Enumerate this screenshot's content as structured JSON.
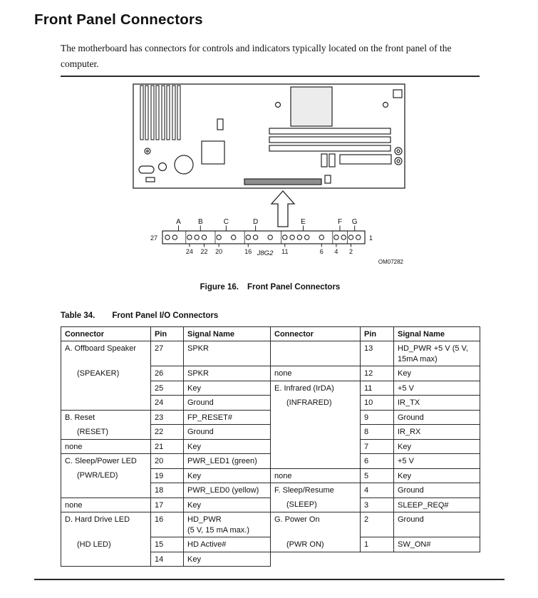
{
  "page": {
    "title": "Front Panel Connectors",
    "intro": "The motherboard has connectors for controls and indicators typically located on the front panel of the computer.",
    "figure_caption_label": "Figure 16.",
    "figure_caption_text": "Front Panel Connectors",
    "table_caption_label": "Table 34.",
    "table_caption_text": "Front Panel I/O Connectors"
  },
  "diagram": {
    "group_letters": [
      "A",
      "B",
      "C",
      "D",
      "E",
      "F",
      "G"
    ],
    "left_pin_label": "27",
    "right_pin_label": "1",
    "bottom_pin_numbers": [
      "24",
      "22",
      "20",
      "16",
      "11",
      "6",
      "4",
      "2"
    ],
    "connector_ref": "J8G2",
    "drawing_number": "OM07282",
    "key_pins": [
      25,
      21,
      19,
      17,
      14,
      12,
      7,
      5
    ]
  },
  "table": {
    "headers": [
      "Connector",
      "Pin",
      "Signal Name",
      "Connector",
      "Pin",
      "Signal Name"
    ],
    "rows": [
      {
        "lc": "A. Offboard Speaker",
        "lp": "27",
        "ls": "SPKR",
        "rc": "",
        "rsep": true,
        "rp": "13",
        "rs": "HD_PWR +5 V (5 V,\n15mA max)"
      },
      {
        "lc": "(SPEAKER)",
        "lsub": true,
        "lp": "26",
        "ls": "SPKR",
        "rc": "none",
        "rsep": true,
        "rp": "12",
        "rs": "Key"
      },
      {
        "lc": "",
        "lp": "25",
        "ls": "Key",
        "rc": "E. Infrared (IrDA)",
        "rp": "11",
        "rs": "+5 V"
      },
      {
        "lc": "",
        "lsep": true,
        "lp": "24",
        "ls": "Ground",
        "rc": "(INFRARED)",
        "rsub": true,
        "rp": "10",
        "rs": "IR_TX"
      },
      {
        "lc": "B. Reset",
        "lp": "23",
        "ls": "FP_RESET#",
        "rc": "",
        "rp": "9",
        "rs": "Ground"
      },
      {
        "lc": "(RESET)",
        "lsub": true,
        "lsep": true,
        "lp": "22",
        "ls": "Ground",
        "rc": "",
        "rp": "8",
        "rs": "IR_RX"
      },
      {
        "lc": "none",
        "lsep": true,
        "lp": "21",
        "ls": "Key",
        "rc": "",
        "rp": "7",
        "rs": "Key"
      },
      {
        "lc": "C. Sleep/Power LED",
        "lp": "20",
        "ls": "PWR_LED1 (green)",
        "rc": "",
        "rsep": true,
        "rp": "6",
        "rs": "+5 V"
      },
      {
        "lc": "(PWR/LED)",
        "lsub": true,
        "lp": "19",
        "ls": "Key",
        "rc": "none",
        "rsep": true,
        "rp": "5",
        "rs": "Key"
      },
      {
        "lc": "",
        "lsep": true,
        "lp": "18",
        "ls": "PWR_LED0 (yellow)",
        "rc": "F. Sleep/Resume",
        "rp": "4",
        "rs": "Ground"
      },
      {
        "lc": "none",
        "lsep": true,
        "lp": "17",
        "ls": "Key",
        "rc": "(SLEEP)",
        "rsub": true,
        "rsep": true,
        "rp": "3",
        "rs": "SLEEP_REQ#"
      },
      {
        "lc": "D. Hard Drive LED",
        "lp": "16",
        "ls": "HD_PWR\n(5 V, 15 mA max.)",
        "rc": "G. Power On",
        "rp": "2",
        "rs": "Ground"
      },
      {
        "lc": "(HD LED)",
        "lsub": true,
        "lp": "15",
        "ls": "HD Active#",
        "rc": "(PWR ON)",
        "rsub": true,
        "rsep": true,
        "rp": "1",
        "rs": "SW_ON#"
      },
      {
        "lc": "",
        "lsep": true,
        "lp": "14",
        "ls": "Key",
        "rAbsent": true
      }
    ]
  }
}
